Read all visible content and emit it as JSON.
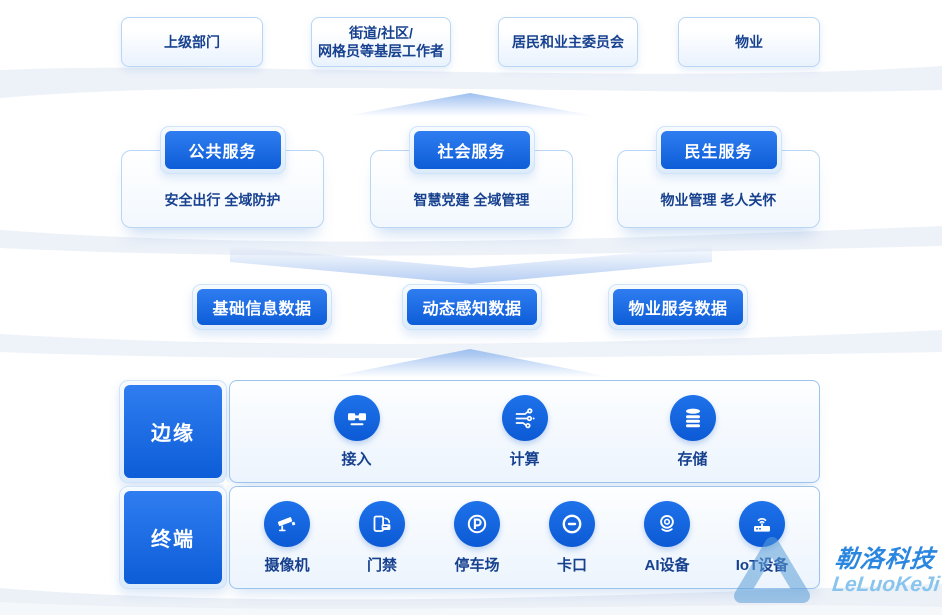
{
  "top_row": {
    "items": [
      {
        "label": "上级部门"
      },
      {
        "label": "街道/社区/\n网格员等基层工作者"
      },
      {
        "label": "居民和业主委员会"
      },
      {
        "label": "物业"
      }
    ]
  },
  "service_row": {
    "cards": [
      {
        "title": "公共服务",
        "subtitle": "安全出行 全域防护"
      },
      {
        "title": "社会服务",
        "subtitle": "智慧党建 全域管理"
      },
      {
        "title": "民生服务",
        "subtitle": "物业管理 老人关怀"
      }
    ]
  },
  "data_row": {
    "buttons": [
      {
        "label": "基础信息数据"
      },
      {
        "label": "动态感知数据"
      },
      {
        "label": "物业服务数据"
      }
    ]
  },
  "edge_row": {
    "label": "边缘",
    "items": [
      {
        "label": "接入",
        "icon": "plug-icon"
      },
      {
        "label": "计算",
        "icon": "circuit-icon"
      },
      {
        "label": "存储",
        "icon": "database-icon"
      }
    ]
  },
  "terminal_row": {
    "label": "终端",
    "items": [
      {
        "label": "摄像机",
        "icon": "cctv-camera-icon"
      },
      {
        "label": "门禁",
        "icon": "access-control-icon"
      },
      {
        "label": "停车场",
        "icon": "parking-icon"
      },
      {
        "label": "卡口",
        "icon": "checkpoint-icon"
      },
      {
        "label": "AI设备",
        "icon": "ai-camera-icon"
      },
      {
        "label": "IoT设备",
        "icon": "iot-router-icon"
      }
    ]
  },
  "watermark": {
    "brand": "勒洛科技",
    "brand_latin": "LeLuoKeJi"
  },
  "colors": {
    "primary_blue": "#1266e2",
    "deep_text_blue": "#17418f",
    "light_border_blue": "#b9d6f5",
    "arrow_blue": "#9dbff0",
    "watermark_blue": "#2b86e0"
  }
}
